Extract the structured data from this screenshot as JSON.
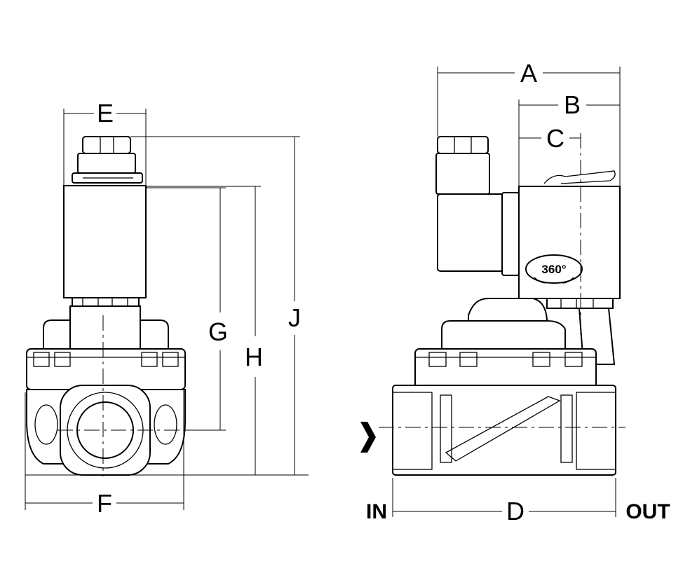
{
  "dimensions": {
    "A": "A",
    "B": "B",
    "C": "C",
    "D": "D",
    "E": "E",
    "F": "F",
    "G": "G",
    "H": "H",
    "J": "J"
  },
  "ports": {
    "inlet": "IN",
    "outlet": "OUT"
  },
  "coil_rotation": "360°",
  "colors": {
    "line": "#000000",
    "background": "#ffffff",
    "flow_arrow": "#000000"
  }
}
